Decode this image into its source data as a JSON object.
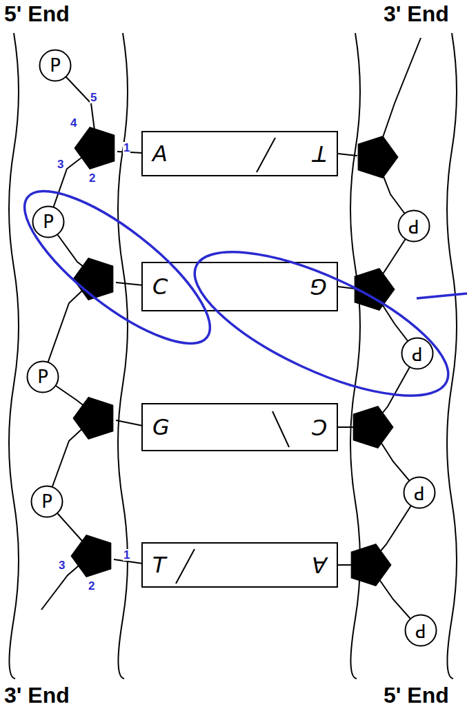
{
  "diagram": {
    "nodes": [
      {
        "text": [
          "P"
        ]
      },
      {
        "text": [
          "A",
          "T"
        ]
      },
      {
        "text": [
          "P"
        ]
      },
      {
        "text": [
          "P"
        ]
      },
      {
        "text": [
          "C",
          "G"
        ]
      },
      {
        "text": [
          "P"
        ]
      },
      {
        "text": [
          "P"
        ]
      },
      {
        "text": [
          "G",
          "C"
        ]
      },
      {
        "text": [
          "P"
        ]
      },
      {
        "text": [
          "P"
        ]
      },
      {
        "text": [
          "T",
          "A"
        ]
      },
      {
        "text": [
          "P"
        ]
      }
    ],
    "labels": [
      "5' End",
      "3' End",
      "5",
      "4",
      "1",
      "3",
      "2",
      "3",
      "1",
      "2",
      "3' End",
      "5' End"
    ]
  }
}
